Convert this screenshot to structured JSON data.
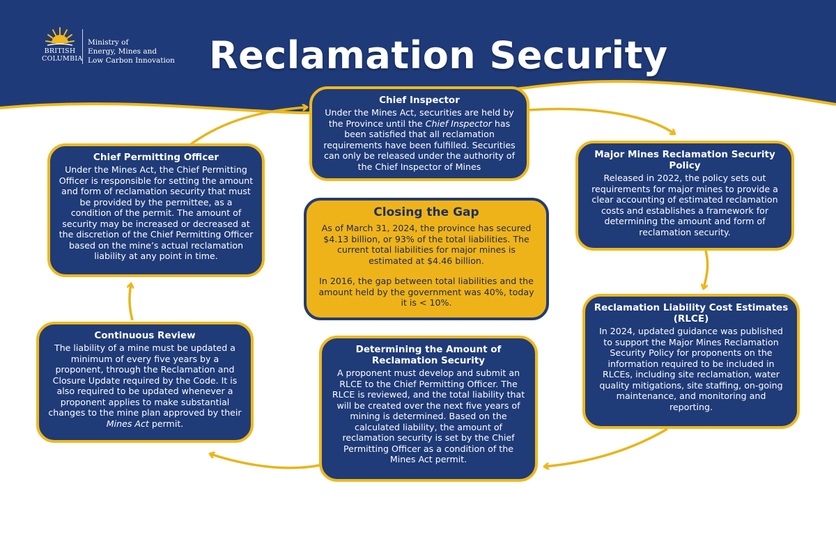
{
  "header": {
    "title": "Reclamation Security",
    "logo_text": [
      "BRITISH",
      "COLUMBIA"
    ],
    "ministry": [
      "Ministry of",
      "Energy, Mines and",
      "Low Carbon Innovation"
    ]
  },
  "colors": {
    "navy": "#1f3b78",
    "gold": "#f0b81c",
    "white": "#ffffff"
  },
  "boxes": {
    "chief_inspector": {
      "title": "Chief Inspector",
      "pre": "Under the Mines Act, securities are held by the Province until the ",
      "em": "Chief Inspector",
      "post": " has been satisfied that all reclamation requirements have been fulfilled. Securities can only be released under the authority of the Chief Inspector of Mines"
    },
    "chief_permitting": {
      "title": "Chief Permitting Officer",
      "body": "Under the Mines Act, the Chief Permitting Officer is responsible for setting the amount and form of reclamation security that must be provided by the permittee, as a condition of the permit. The amount of security may be increased or decreased at the discretion of the Chief Permitting Officer based on the mine’s actual reclamation liability at any point in time."
    },
    "major_mines": {
      "title": "Major Mines Reclamation Security Policy",
      "body": "Released in 2022, the policy sets out requirements for major mines to provide a clear accounting of estimated reclamation costs and establishes a framework for determining the amount and form of reclamation security."
    },
    "rlce": {
      "title": "Reclamation Liability Cost Estimates (RLCE)",
      "body": "In 2024, updated guidance was published to support the Major Mines Reclamation Security Policy for proponents on the information required to be included in RLCEs, including site reclamation, water quality mitigations, site staffing, on-going maintenance, and monitoring and reporting."
    },
    "determining": {
      "title": "Determining the Amount of Reclamation Security",
      "body": "A proponent must develop and submit an RLCE to the Chief Permitting Officer. The RLCE is reviewed, and the total liability that will be created over the next five years of mining is determined. Based on the calculated liability, the amount of reclamation security is set by the Chief Permitting Officer as a condition of the Mines Act permit."
    },
    "continuous": {
      "title": "Continuous Review",
      "pre": "The liability of a mine must be updated a minimum of every five years by a proponent, through the Reclamation and Closure Update required by the Code. It is also required to be updated whenever a proponent applies to make substantial changes to the mine plan approved by their ",
      "em": "Mines Act",
      "post": " permit."
    },
    "closing_gap": {
      "title": "Closing the Gap",
      "p1": "As of March 31, 2024, the province has secured $4.13 billion, or 93% of the total liabilities. The current total liabilities for major mines is estimated at $4.46 billion.",
      "p2": "In 2016, the gap between total liabilities and the amount held by the government was 40%, today it is < 10%."
    }
  }
}
